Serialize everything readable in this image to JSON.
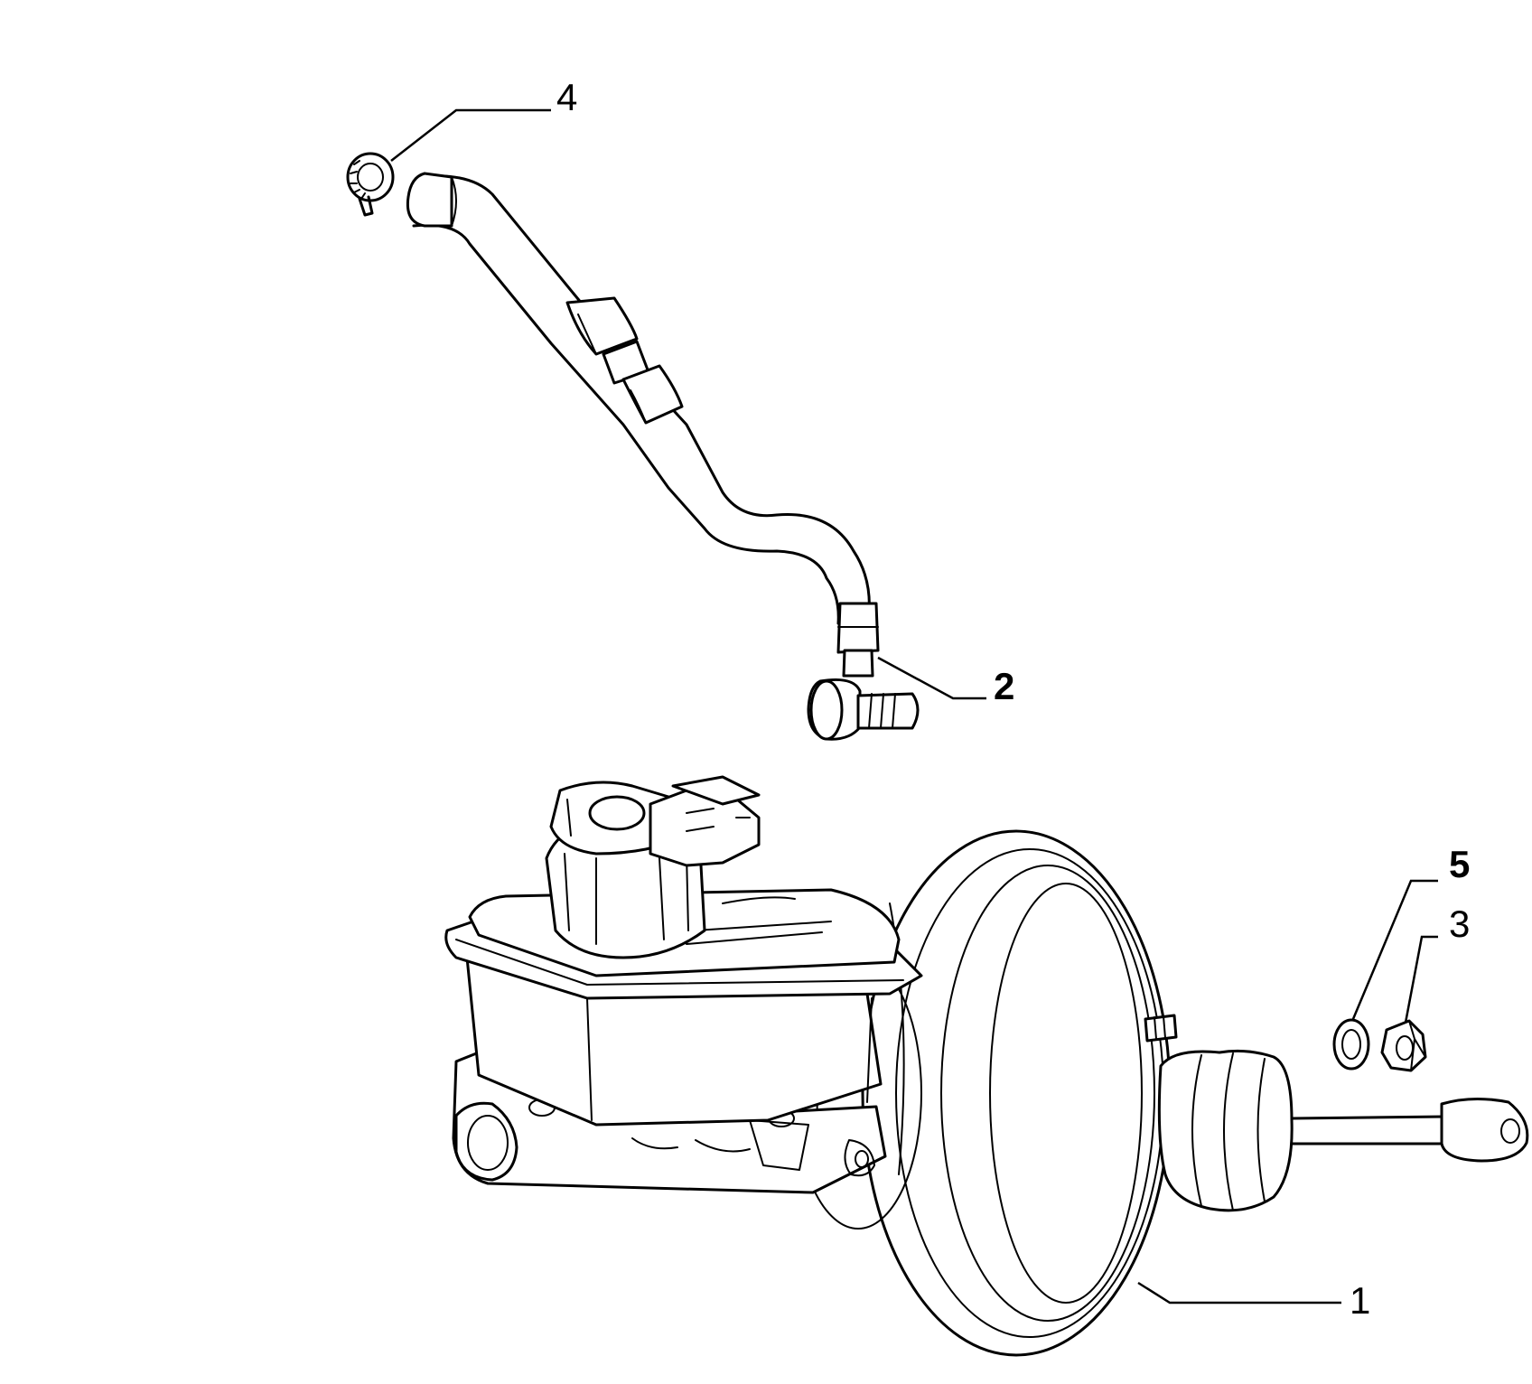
{
  "callouts": {
    "brake_booster": "1",
    "vacuum_hose": "2",
    "nut": "3",
    "hose_clamp": "4",
    "washer": "5"
  }
}
